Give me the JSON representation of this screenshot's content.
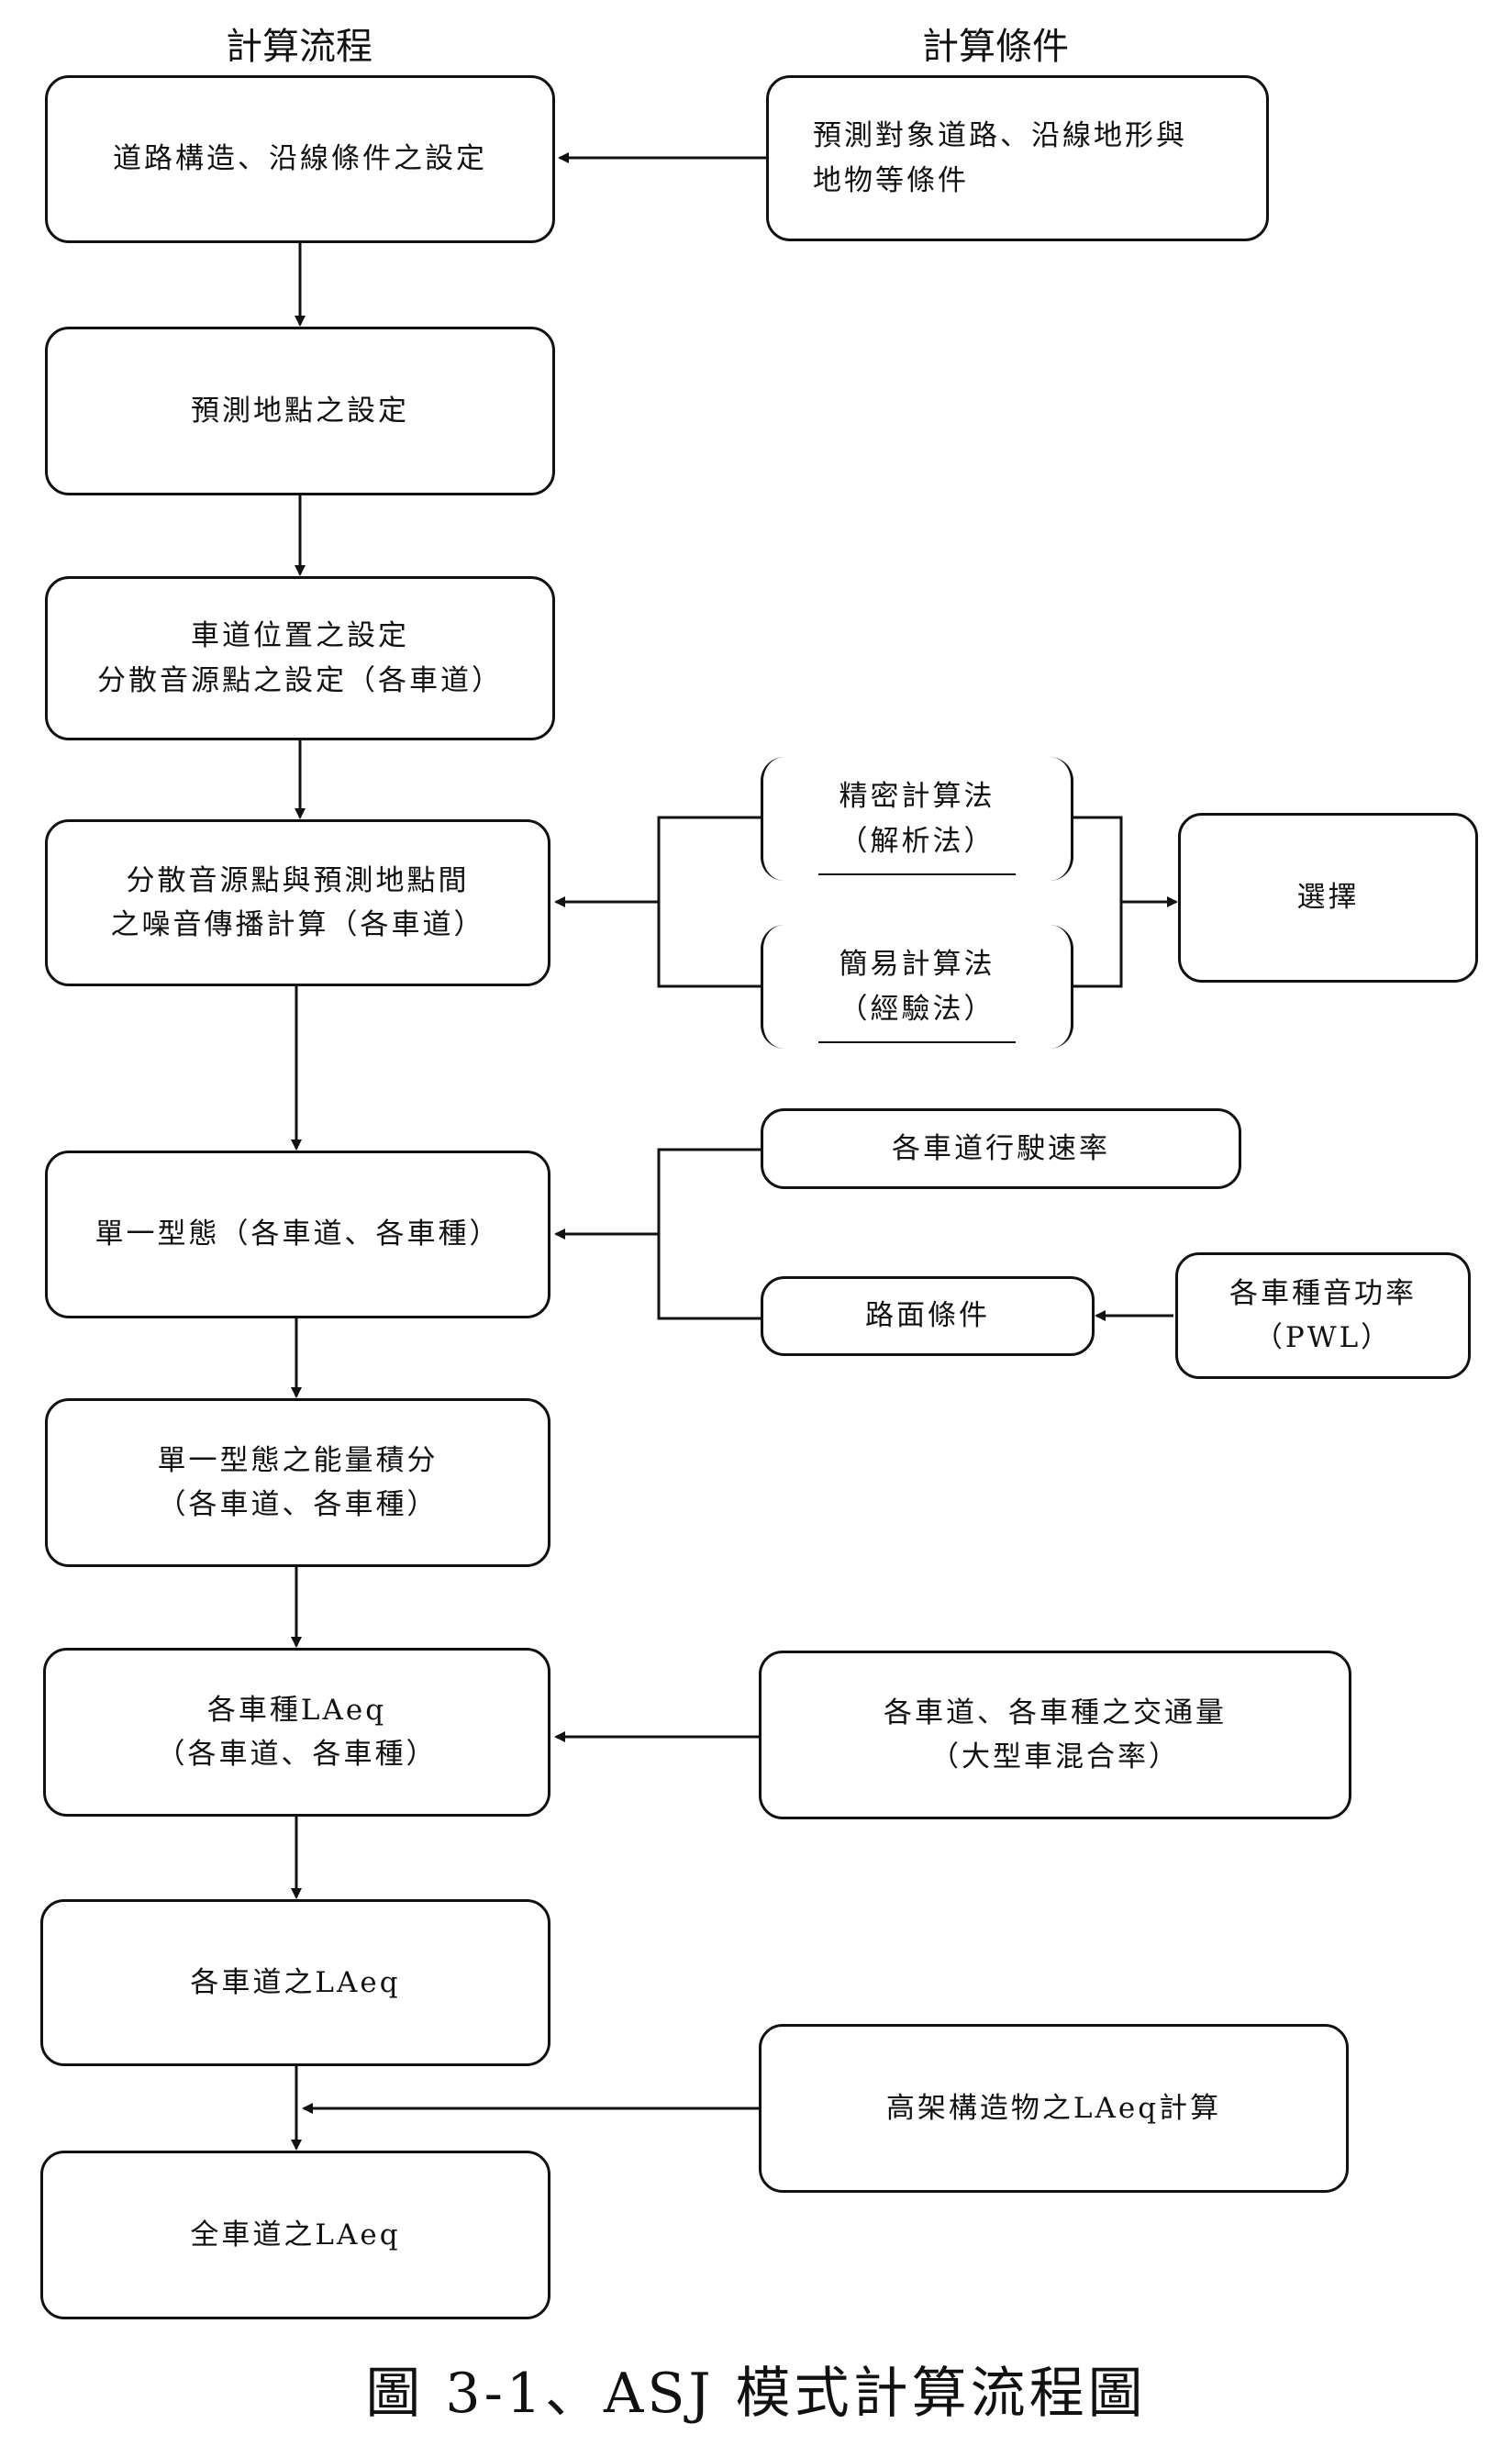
{
  "headers": {
    "left": "計算流程",
    "right": "計算條件"
  },
  "flow": {
    "step1": "道路構造、沿線條件之設定",
    "step2": "預測地點之設定",
    "step3": {
      "line1": "車道位置之設定",
      "line2": "分散音源點之設定（各車道）"
    },
    "step4": {
      "line1": "分散音源點與預測地點間",
      "line2": "之噪音傳播計算（各車道）"
    },
    "step5": "單一型態（各車道、各車種）",
    "step6": {
      "line1": "單一型態之能量積分",
      "line2": "（各車道、各車種）"
    },
    "step7": {
      "line1": "各車種LAeq",
      "line2": "（各車道、各車種）"
    },
    "step8": "各車道之LAeq",
    "step9": "全車道之LAeq"
  },
  "conditions": {
    "c1": {
      "line1": "預測對象道路、沿線地形與",
      "line2": "地物等條件"
    },
    "precise": {
      "line1": "精密計算法",
      "line2": "（解析法）"
    },
    "simple": {
      "line1": "簡易計算法",
      "line2": "（經驗法）"
    },
    "select": "選擇",
    "speed": "各車道行駛速率",
    "road_surface": "路面條件",
    "pwl": {
      "line1": "各車種音功率",
      "line2": "（PWL）"
    },
    "traffic": {
      "line1": "各車道、各車種之交通量",
      "line2": "（大型車混合率）"
    },
    "elevated": "高架構造物之LAeq計算"
  },
  "caption": "圖 3-1、ASJ 模式計算流程圖"
}
